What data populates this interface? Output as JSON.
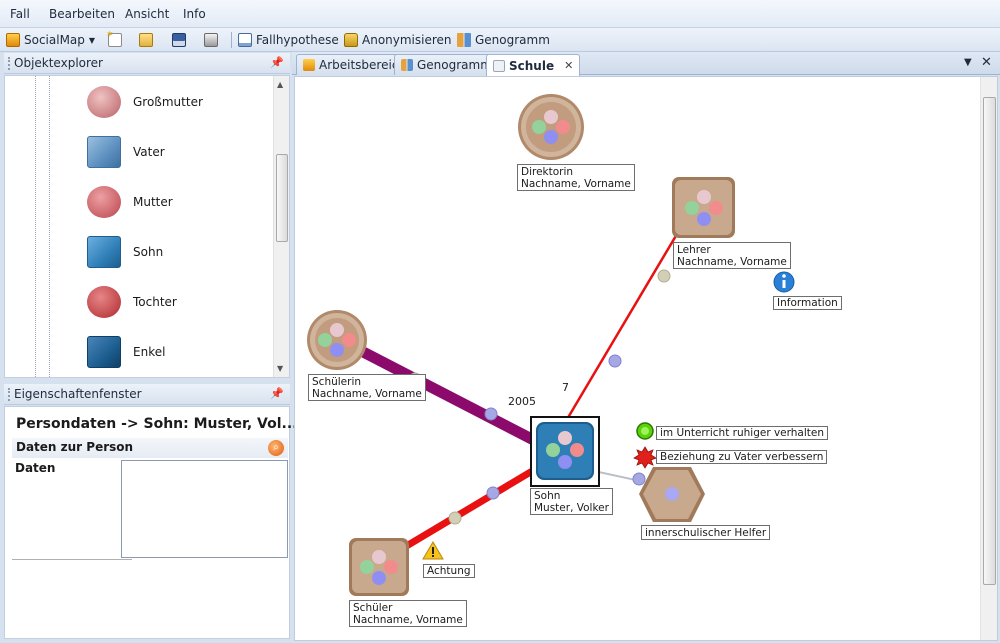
{
  "menu": [
    "Fall",
    "Bearbeiten",
    "Ansicht",
    "Info"
  ],
  "toolbar": {
    "socialmap": "SocialMap",
    "fallhypothese": "Fallhypothese",
    "anonymisieren": "Anonymisieren",
    "genogramm": "Genogramm"
  },
  "objektexplorer": {
    "title": "Objektexplorer",
    "items": [
      {
        "label": "Großmutter",
        "shape": "circle",
        "color": "#c97f82"
      },
      {
        "label": "Vater",
        "shape": "square",
        "color": "#5b8fbf"
      },
      {
        "label": "Mutter",
        "shape": "circle",
        "color": "#c96066"
      },
      {
        "label": "Sohn",
        "shape": "square",
        "color": "#2f7fb7"
      },
      {
        "label": "Tochter",
        "shape": "circle",
        "color": "#c04548"
      },
      {
        "label": "Enkel",
        "shape": "square",
        "color": "#1c5d8f"
      }
    ]
  },
  "eigenschaften": {
    "title": "Eigenschaftenfenster",
    "heading": "Persondaten -> Sohn: Muster, Vol...",
    "section": "Daten zur Person",
    "field_label": "Daten",
    "field_value": ""
  },
  "tabs": [
    {
      "label": "Arbeitsbereich",
      "active": false
    },
    {
      "label": "Genogramm",
      "active": false
    },
    {
      "label": "Schule",
      "active": true
    }
  ],
  "canvas": {
    "nodes": {
      "direktorin": [
        "Direktorin",
        "Nachname, Vorname"
      ],
      "lehrer": [
        "Lehrer",
        "Nachname, Vorname"
      ],
      "schuelerin": [
        "Schülerin",
        "Nachname, Vorname"
      ],
      "sohn": [
        "Sohn",
        "Muster, Volker"
      ],
      "schueler": [
        "Schüler",
        "Nachname, Vorname"
      ],
      "helfer": "innerschulischer Helfer"
    },
    "notes": {
      "information": "Information",
      "achtung": "Achtung",
      "ruhig": "im Unterricht ruhiger verhalten",
      "beziehung": "Beziehung zu Vater verbessern"
    },
    "edge_labels": {
      "year": "2005",
      "count": "7"
    },
    "colors": {
      "strong_bond": "#8b0a6c",
      "conflict": "#e81010",
      "weak": "#b9bfc9",
      "selected_fill": "#2f7fb7",
      "node_fill": "#c9a98e"
    }
  }
}
